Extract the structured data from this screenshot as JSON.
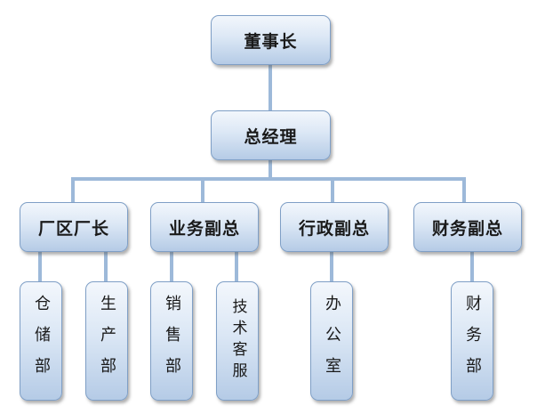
{
  "chairman": "董事长",
  "general_manager": "总经理",
  "vice_heads": [
    {
      "label": "厂区厂长",
      "departments": [
        "仓储部",
        "生产部"
      ]
    },
    {
      "label": "业务副总",
      "departments": [
        "销售部",
        "技术客服"
      ]
    },
    {
      "label": "行政副总",
      "departments": [
        "办公室"
      ]
    },
    {
      "label": "财务副总",
      "departments": [
        "财务部"
      ]
    }
  ],
  "colors": {
    "connector": "#9db9d9",
    "box_border": "#7f9fc6",
    "box_top": "#f3f7fc",
    "box_bottom": "#b5cbe6"
  }
}
